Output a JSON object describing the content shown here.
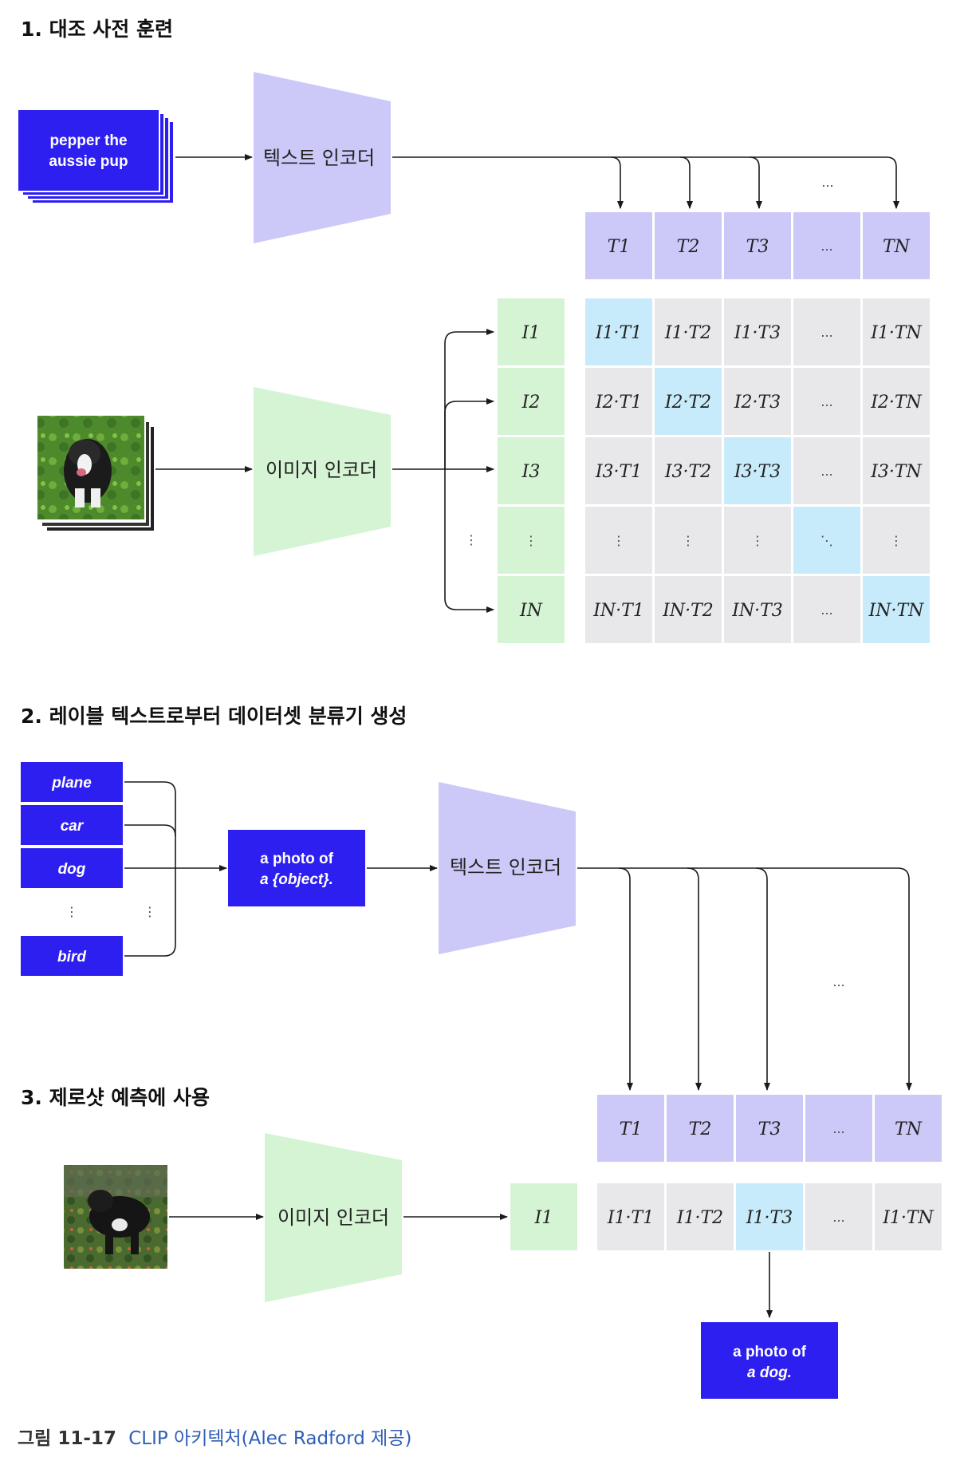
{
  "sections": {
    "s1_title": "1. 대조 사전 훈련",
    "s2_title": "2. 레이블 텍스트로부터 데이터셋 분류기 생성",
    "s3_title": "3. 제로샷 예측에 사용"
  },
  "encoders": {
    "text": "텍스트 인코더",
    "image": "이미지 인코더"
  },
  "stage1": {
    "text_card": [
      "pepper the",
      "aussie pup"
    ],
    "text_embeddings": [
      "T1",
      "T2",
      "T3",
      "...",
      "TN"
    ],
    "image_embeddings": [
      "I1",
      "I2",
      "I3",
      "⋮",
      "IN"
    ],
    "matrix": [
      [
        "I1·T1",
        "I1·T2",
        "I1·T3",
        "...",
        "I1·TN"
      ],
      [
        "I2·T1",
        "I2·T2",
        "I2·T3",
        "...",
        "I2·TN"
      ],
      [
        "I3·T1",
        "I3·T2",
        "I3·T3",
        "...",
        "I3·TN"
      ],
      [
        "⋮",
        "⋮",
        "⋮",
        "⋱",
        "⋮"
      ],
      [
        "IN·T1",
        "IN·T2",
        "IN·T3",
        "...",
        "IN·TN"
      ]
    ]
  },
  "stage2": {
    "labels": [
      "plane",
      "car",
      "dog",
      "bird"
    ],
    "template": [
      "a photo of",
      "a {object}."
    ]
  },
  "stage3": {
    "text_embeddings": [
      "T1",
      "T2",
      "T3",
      "...",
      "TN"
    ],
    "image_embedding": "I1",
    "row": [
      "I1·T1",
      "I1·T2",
      "I1·T3",
      "...",
      "I1·TN"
    ],
    "result": [
      "a photo of",
      "a dog."
    ]
  },
  "caption": {
    "label": "그림 11-17",
    "text": "CLIP 아키텍처(Alec Radford 제공)"
  },
  "colors": {
    "blue_card": "#2d1ff0",
    "text_encoder": "#ccc9f9",
    "image_encoder": "#d5f4d4",
    "cell_gray": "#e8e8ea",
    "cell_highlight": "#c7ebfb",
    "caption_link": "#2e5fb8"
  }
}
